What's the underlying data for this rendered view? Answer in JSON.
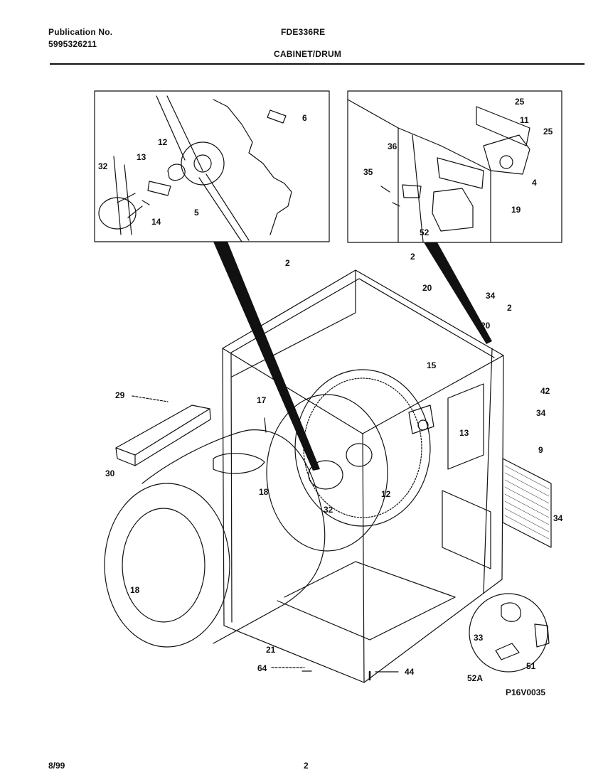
{
  "header": {
    "publication_label": "Publication No.",
    "publication_number": "5995326211",
    "model": "FDE336RE",
    "section_title": "CABINET/DRUM"
  },
  "diagram": {
    "part_callouts": [
      "2",
      "2",
      "2",
      "20",
      "20",
      "34",
      "34",
      "34",
      "42",
      "13",
      "15",
      "9",
      "29",
      "17",
      "30",
      "18",
      "12",
      "32",
      "18",
      "21",
      "64",
      "44",
      "33",
      "51",
      "52A",
      "6",
      "12",
      "13",
      "32",
      "14",
      "5",
      "25",
      "11",
      "25",
      "36",
      "35",
      "4",
      "19",
      "52"
    ],
    "drawing_code": "P16V0035"
  },
  "footer": {
    "date": "8/99",
    "page_number": "2"
  },
  "colors": {
    "ink": "#111111",
    "paper": "#ffffff"
  }
}
